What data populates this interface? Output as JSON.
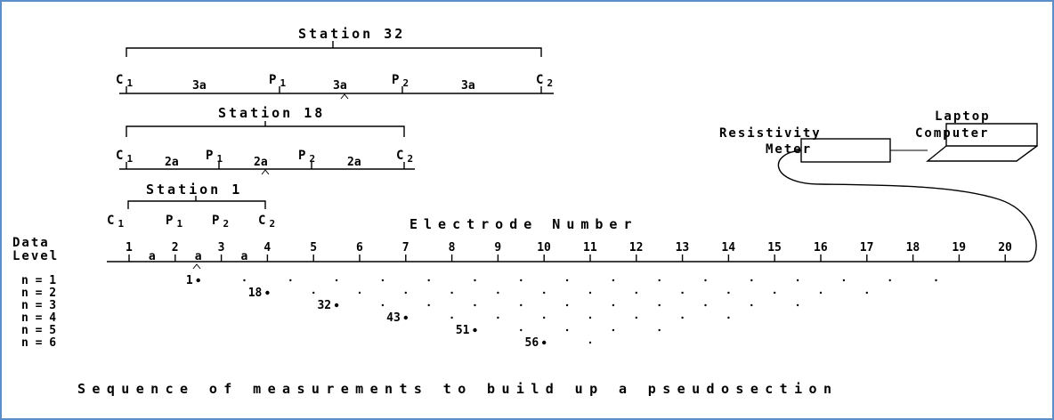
{
  "caption": "Sequence of measurements to build up a pseudosection",
  "axis_title": "Electrode Number",
  "data_level_label": [
    "Data",
    "Level"
  ],
  "electrodes": [
    "1",
    "2",
    "3",
    "4",
    "5",
    "6",
    "7",
    "8",
    "9",
    "10",
    "11",
    "12",
    "13",
    "14",
    "15",
    "16",
    "17",
    "18",
    "19",
    "20"
  ],
  "spacing_label": "a",
  "levels": [
    "n = 1",
    "n = 2",
    "n = 3",
    "n = 4",
    "n = 5",
    "n = 6"
  ],
  "highlighted_points": [
    {
      "label": "1",
      "level": 1
    },
    {
      "label": "18",
      "level": 2
    },
    {
      "label": "32",
      "level": 3
    },
    {
      "label": "43",
      "level": 4
    },
    {
      "label": "51",
      "level": 5
    },
    {
      "label": "56",
      "level": 6
    }
  ],
  "stations": [
    {
      "title": "Station 32",
      "spacing": "3a"
    },
    {
      "title": "Station 18",
      "spacing": "2a"
    },
    {
      "title": "Station 1",
      "spacing": ""
    }
  ],
  "electrode_labels": {
    "c": "C",
    "p": "P",
    "one": "1",
    "two": "2"
  },
  "equipment": {
    "meter": [
      "Resistivity",
      "Meter"
    ],
    "computer": [
      "Laptop",
      "Computer"
    ]
  }
}
